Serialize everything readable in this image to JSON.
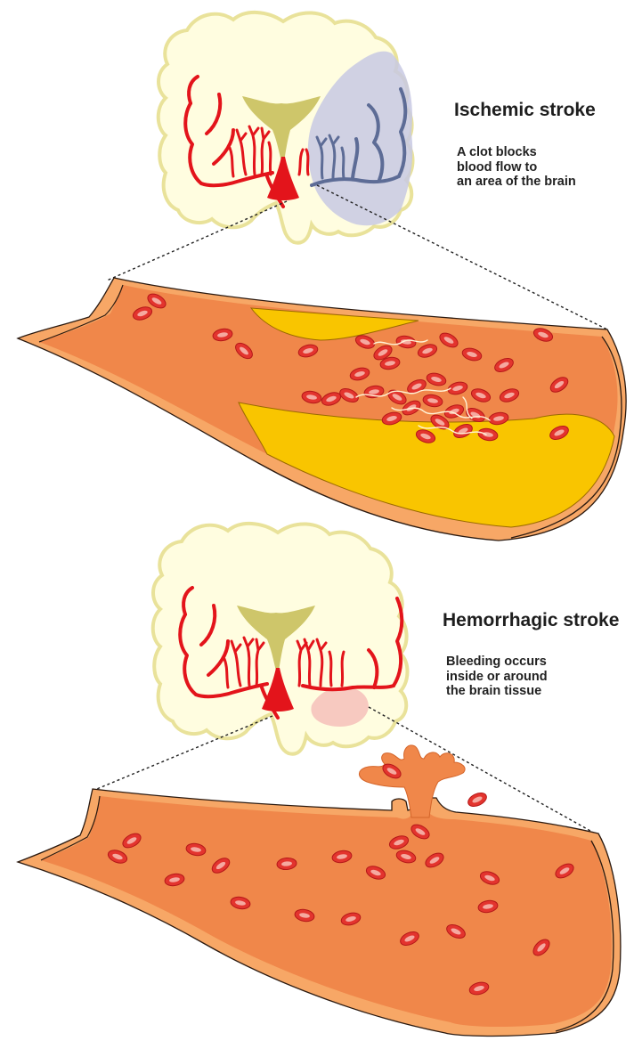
{
  "panels": [
    {
      "id": "ischemic",
      "title": "Ischemic stroke",
      "description": [
        "A clot blocks",
        "blood flow to",
        "an area of the brain"
      ]
    },
    {
      "id": "hemorrhagic",
      "title": "Hemorrhagic stroke",
      "description": [
        "Bleeding occurs",
        "inside or around",
        "the brain tissue"
      ]
    }
  ],
  "colors": {
    "brain_tissue": "#fffde0",
    "brain_outline": "#e9e29a",
    "ventricle": "#cec66a",
    "artery": "#e3141b",
    "ischemic_region": "#c8c9e3",
    "blocked_artery": "#5d6c96",
    "hemorrhage": "#f7c9c0",
    "vessel_wall": "#f7a766",
    "vessel_lumen": "#f0874a",
    "plaque": "#f9c500",
    "red_blood_cell": "#e3342e",
    "fibrin": "#fff2d6"
  }
}
